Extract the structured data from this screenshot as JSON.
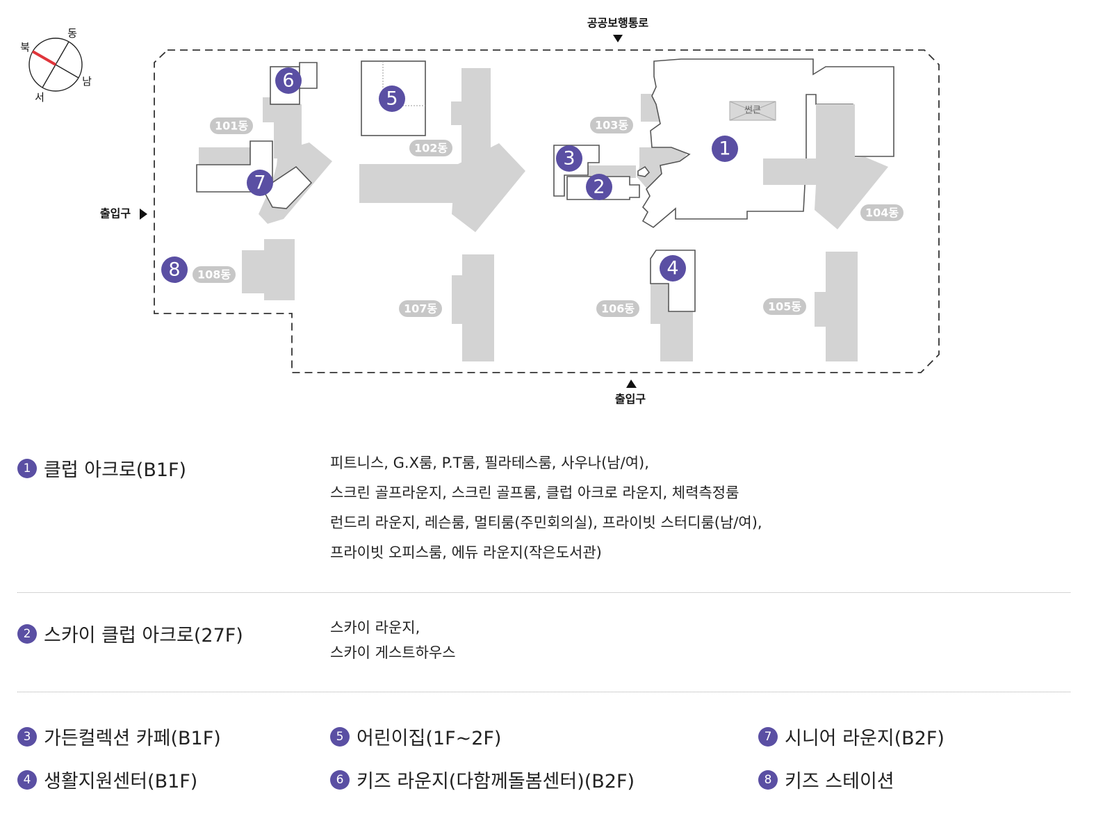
{
  "compass": {
    "north": "북",
    "east": "동",
    "south": "남",
    "west": "서"
  },
  "map": {
    "top_label": "공공보행통로",
    "entrance_left": "출입구",
    "entrance_bottom": "출입구",
    "sunken_label": "썬큰",
    "buildings": [
      "101동",
      "102동",
      "103동",
      "104동",
      "105동",
      "106동",
      "107동",
      "108동"
    ],
    "pins": [
      "1",
      "2",
      "3",
      "4",
      "5",
      "6",
      "7",
      "8"
    ]
  },
  "colors": {
    "accent": "#5a4fa3",
    "compass_north": "#e0353b",
    "building": "#d3d3d3"
  },
  "facilities": [
    {
      "num": "1",
      "name": "클럽 아크로(B1F)",
      "desc": [
        "피트니스, G.X룸, P.T룸, 필라테스룸, 사우나(남/여),",
        "스크린 골프라운지, 스크린 골프룸, 클럽 아크로 라운지, 체력측정룸",
        "런드리 라운지, 레슨룸, 멀티룸(주민회의실), 프라이빗 스터디룸(남/여),",
        "프라이빗 오피스룸, 에듀 라운지(작은도서관)"
      ]
    },
    {
      "num": "2",
      "name": "스카이 클럽 아크로(27F)",
      "desc": [
        "스카이 라운지,",
        "스카이 게스트하우스"
      ]
    },
    {
      "num": "3",
      "name": "가든컬렉션 카페(B1F)"
    },
    {
      "num": "4",
      "name": "생활지원센터(B1F)"
    },
    {
      "num": "5",
      "name": "어린이집(1F~2F)"
    },
    {
      "num": "6",
      "name": "키즈 라운지(다함께돌봄센터)(B2F)"
    },
    {
      "num": "7",
      "name": "시니어 라운지(B2F)"
    },
    {
      "num": "8",
      "name": "키즈 스테이션"
    }
  ]
}
